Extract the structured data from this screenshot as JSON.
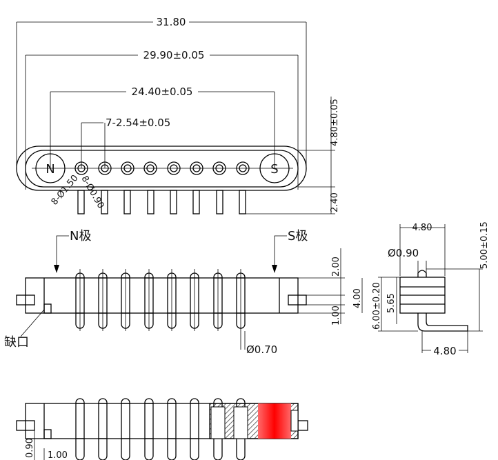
{
  "dimensions": {
    "overall_length": "31.80",
    "body_length": "29.90±0.05",
    "magnet_pitch": "24.40±0.05",
    "pin_pitch": "7-2.54±0.05",
    "height_top": "4.80±0.05",
    "pin_length_top": "2.40",
    "pad_diameter": "8-Ø1.50",
    "hole_diameter": "8-Ø0.90",
    "pin_diameter": "Ø0.70",
    "side_dim_200": "2.00",
    "side_dim_400": "4.00",
    "side_dim_100": "1.00",
    "right_width_top": "4.80",
    "right_width_bottom": "4.80",
    "right_height": "5.00±0.15",
    "right_pin": "Ø0.90",
    "right_600": "6.00±0.20",
    "right_565": "5.65",
    "bottom_090": "0.90",
    "bottom_100": "1.00"
  },
  "labels": {
    "magnet_n": "N",
    "magnet_s": "S",
    "n_pole": "N极",
    "s_pole": "S极",
    "notch": "缺口"
  },
  "colors": {
    "line": "#000000",
    "highlight": "#ff1f1f",
    "hatch": "#444444"
  },
  "pin_count": 8
}
